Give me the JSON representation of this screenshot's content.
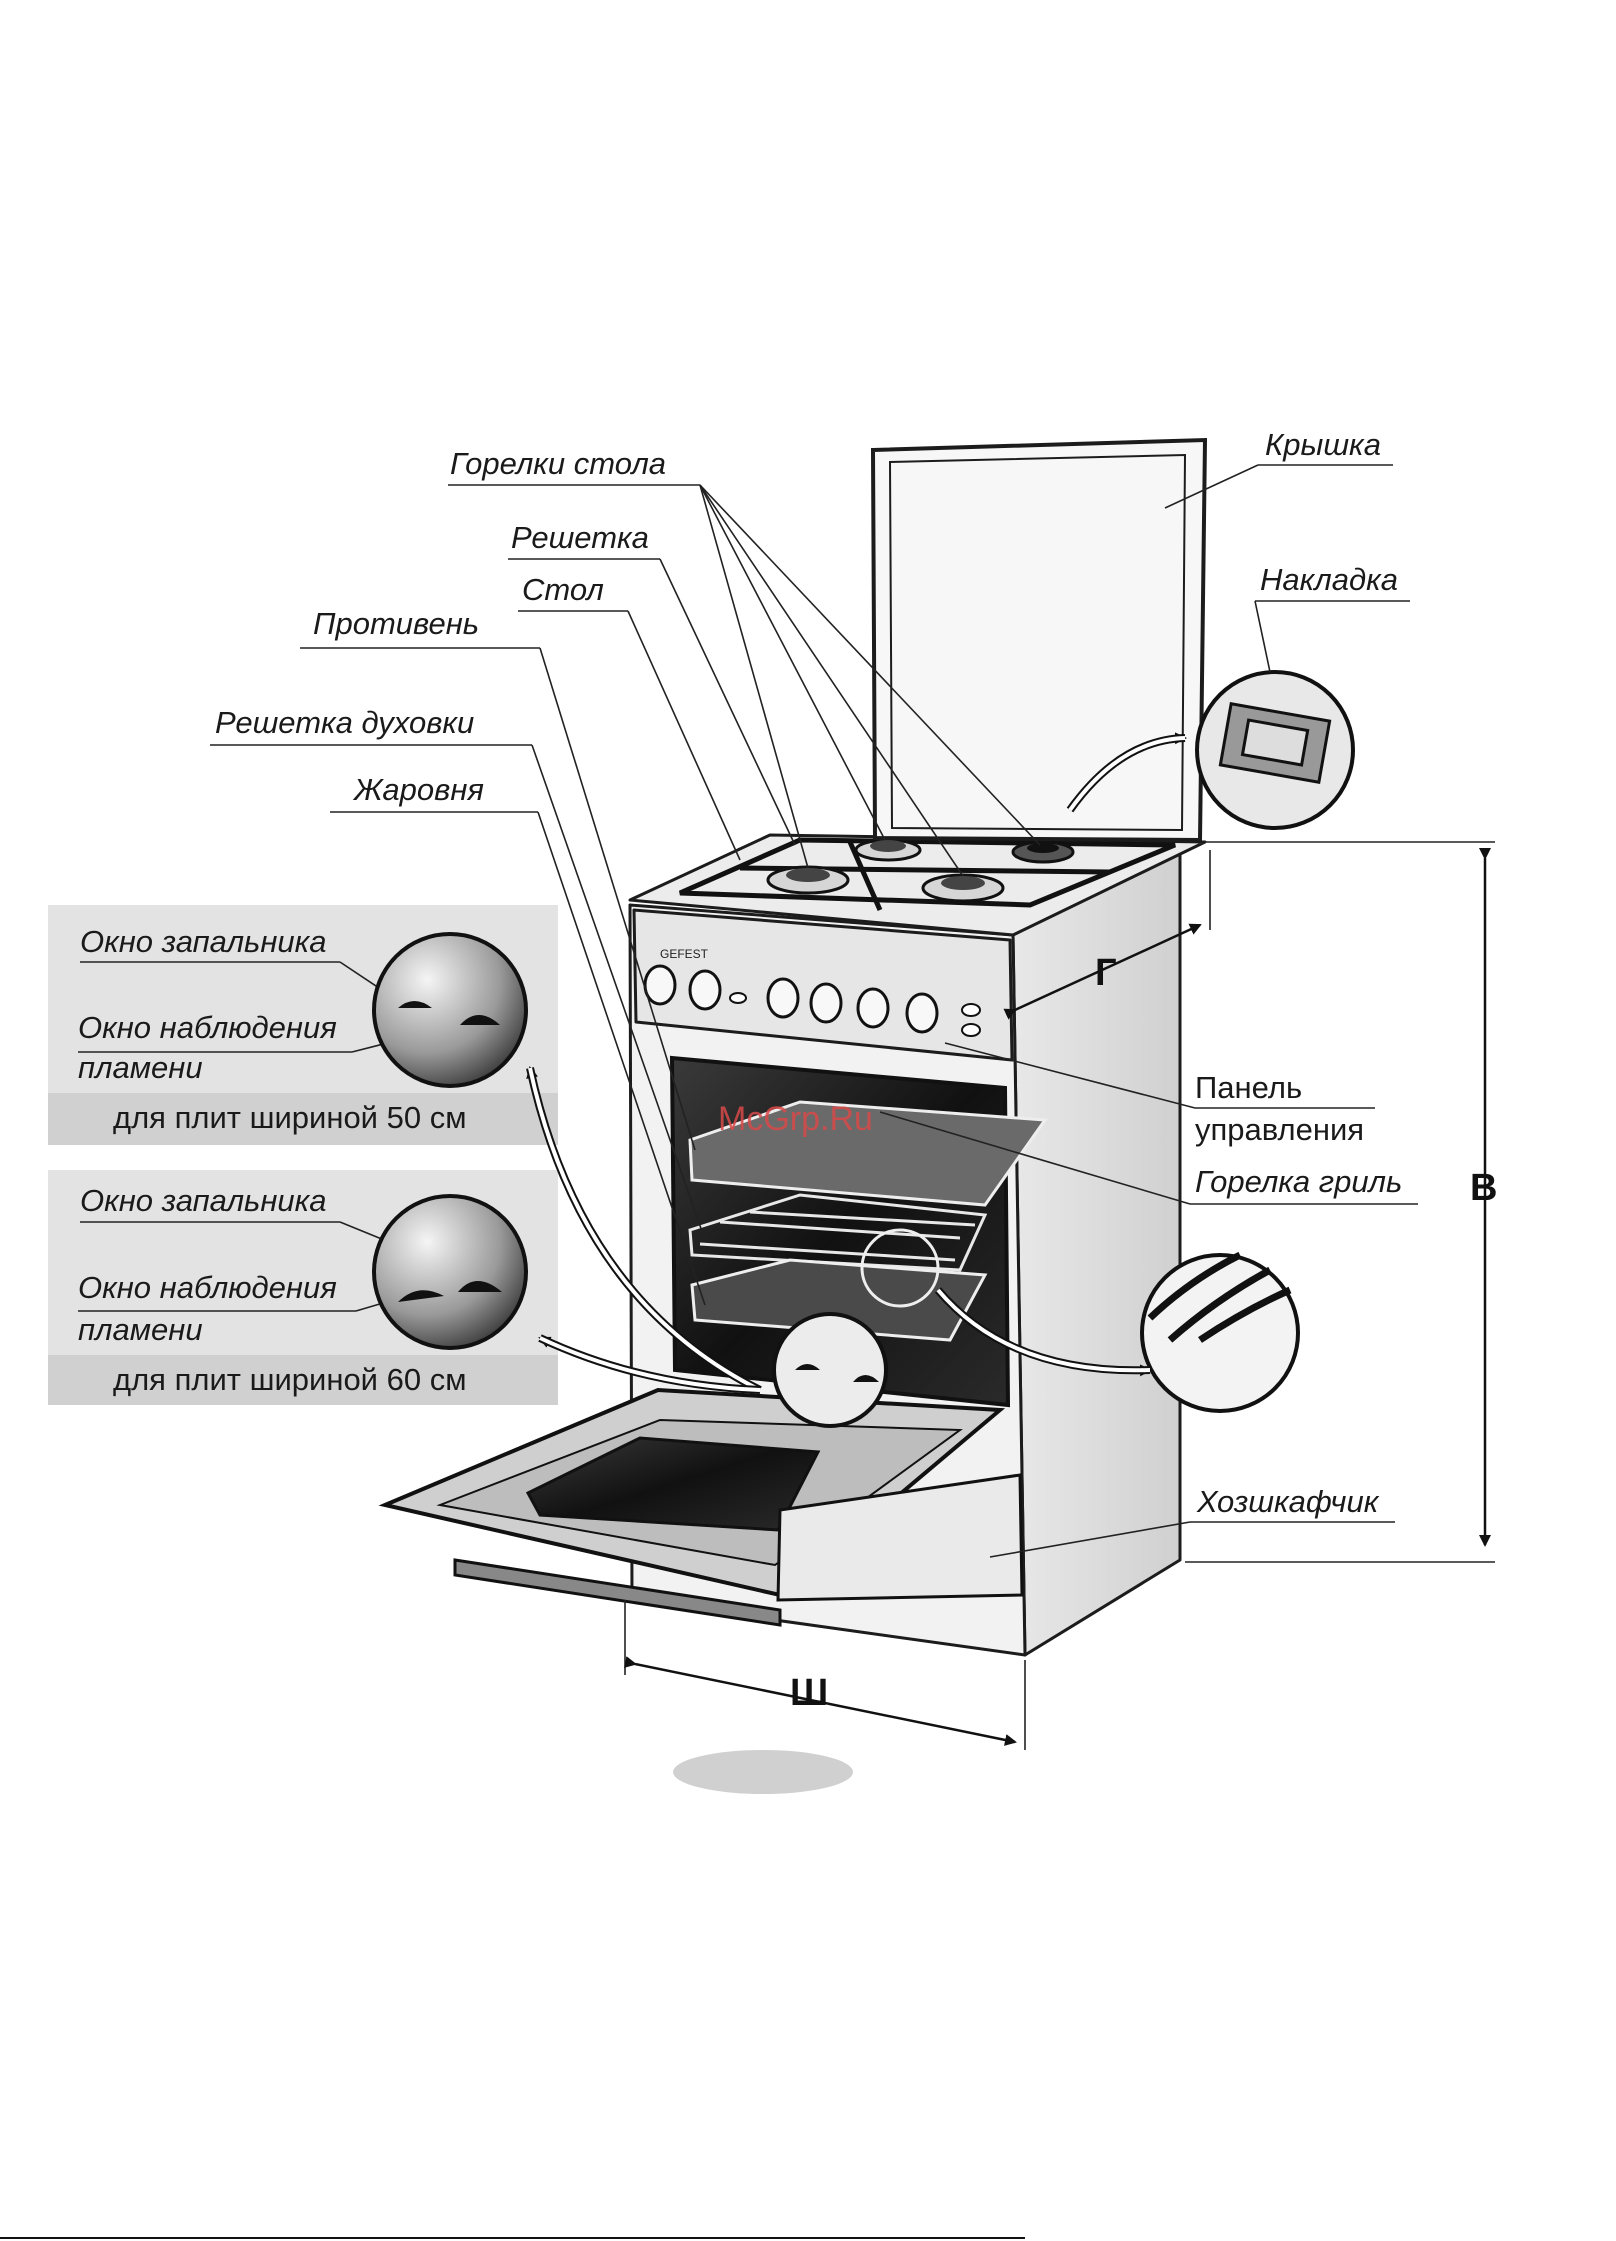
{
  "labels": {
    "burners": "Горелки стола",
    "lid": "Крышка",
    "grate": "Решетка",
    "overlay": "Накладка",
    "table": "Стол",
    "tray": "Противень",
    "oven_rack": "Решетка духовки",
    "roaster": "Жаровня",
    "control_panel_1": "Панель",
    "control_panel_2": "управления",
    "grill_burner": "Горелка гриль",
    "cabinet": "Хозшкафчик"
  },
  "insets": [
    {
      "igniter_window": "Окно запальника",
      "flame_window_1": "Окно наблюдения",
      "flame_window_2": "пламени",
      "caption": "для плит шириной 50 см"
    },
    {
      "igniter_window": "Окно запальника",
      "flame_window_1": "Окно наблюдения",
      "flame_window_2": "пламени",
      "caption": "для плит шириной 60 см"
    }
  ],
  "dimensions": {
    "height": "В",
    "depth": "Г",
    "width": "Ш"
  },
  "brand": "GEFEST",
  "watermark": "McGrp.Ru"
}
